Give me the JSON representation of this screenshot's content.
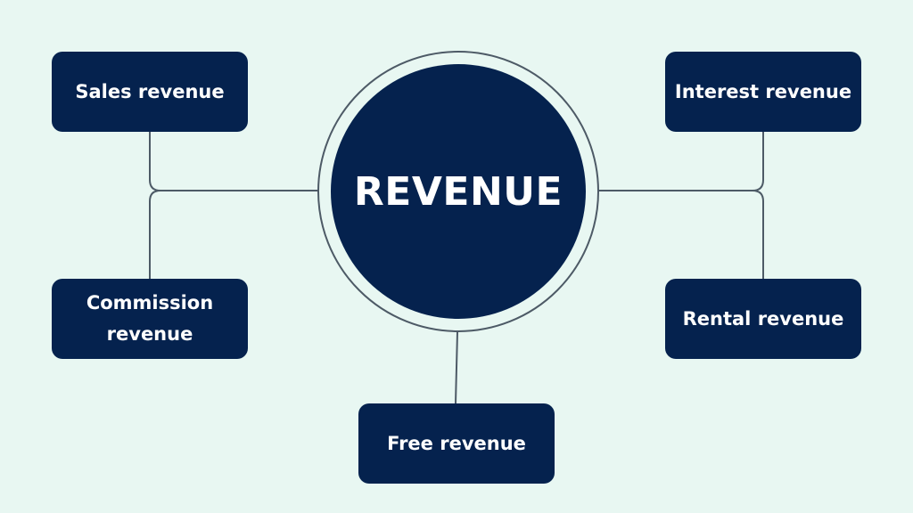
{
  "colors": {
    "background": "#e8f7f2",
    "node_fill": "#05224e",
    "connector": "#4d5a66",
    "text": "#ffffff"
  },
  "center": {
    "label": "REVENUE"
  },
  "nodes": {
    "sales": "Sales revenue",
    "commission": "Commission revenue",
    "interest": "Interest revenue",
    "rental": "Rental revenue",
    "free": "Free revenue"
  }
}
